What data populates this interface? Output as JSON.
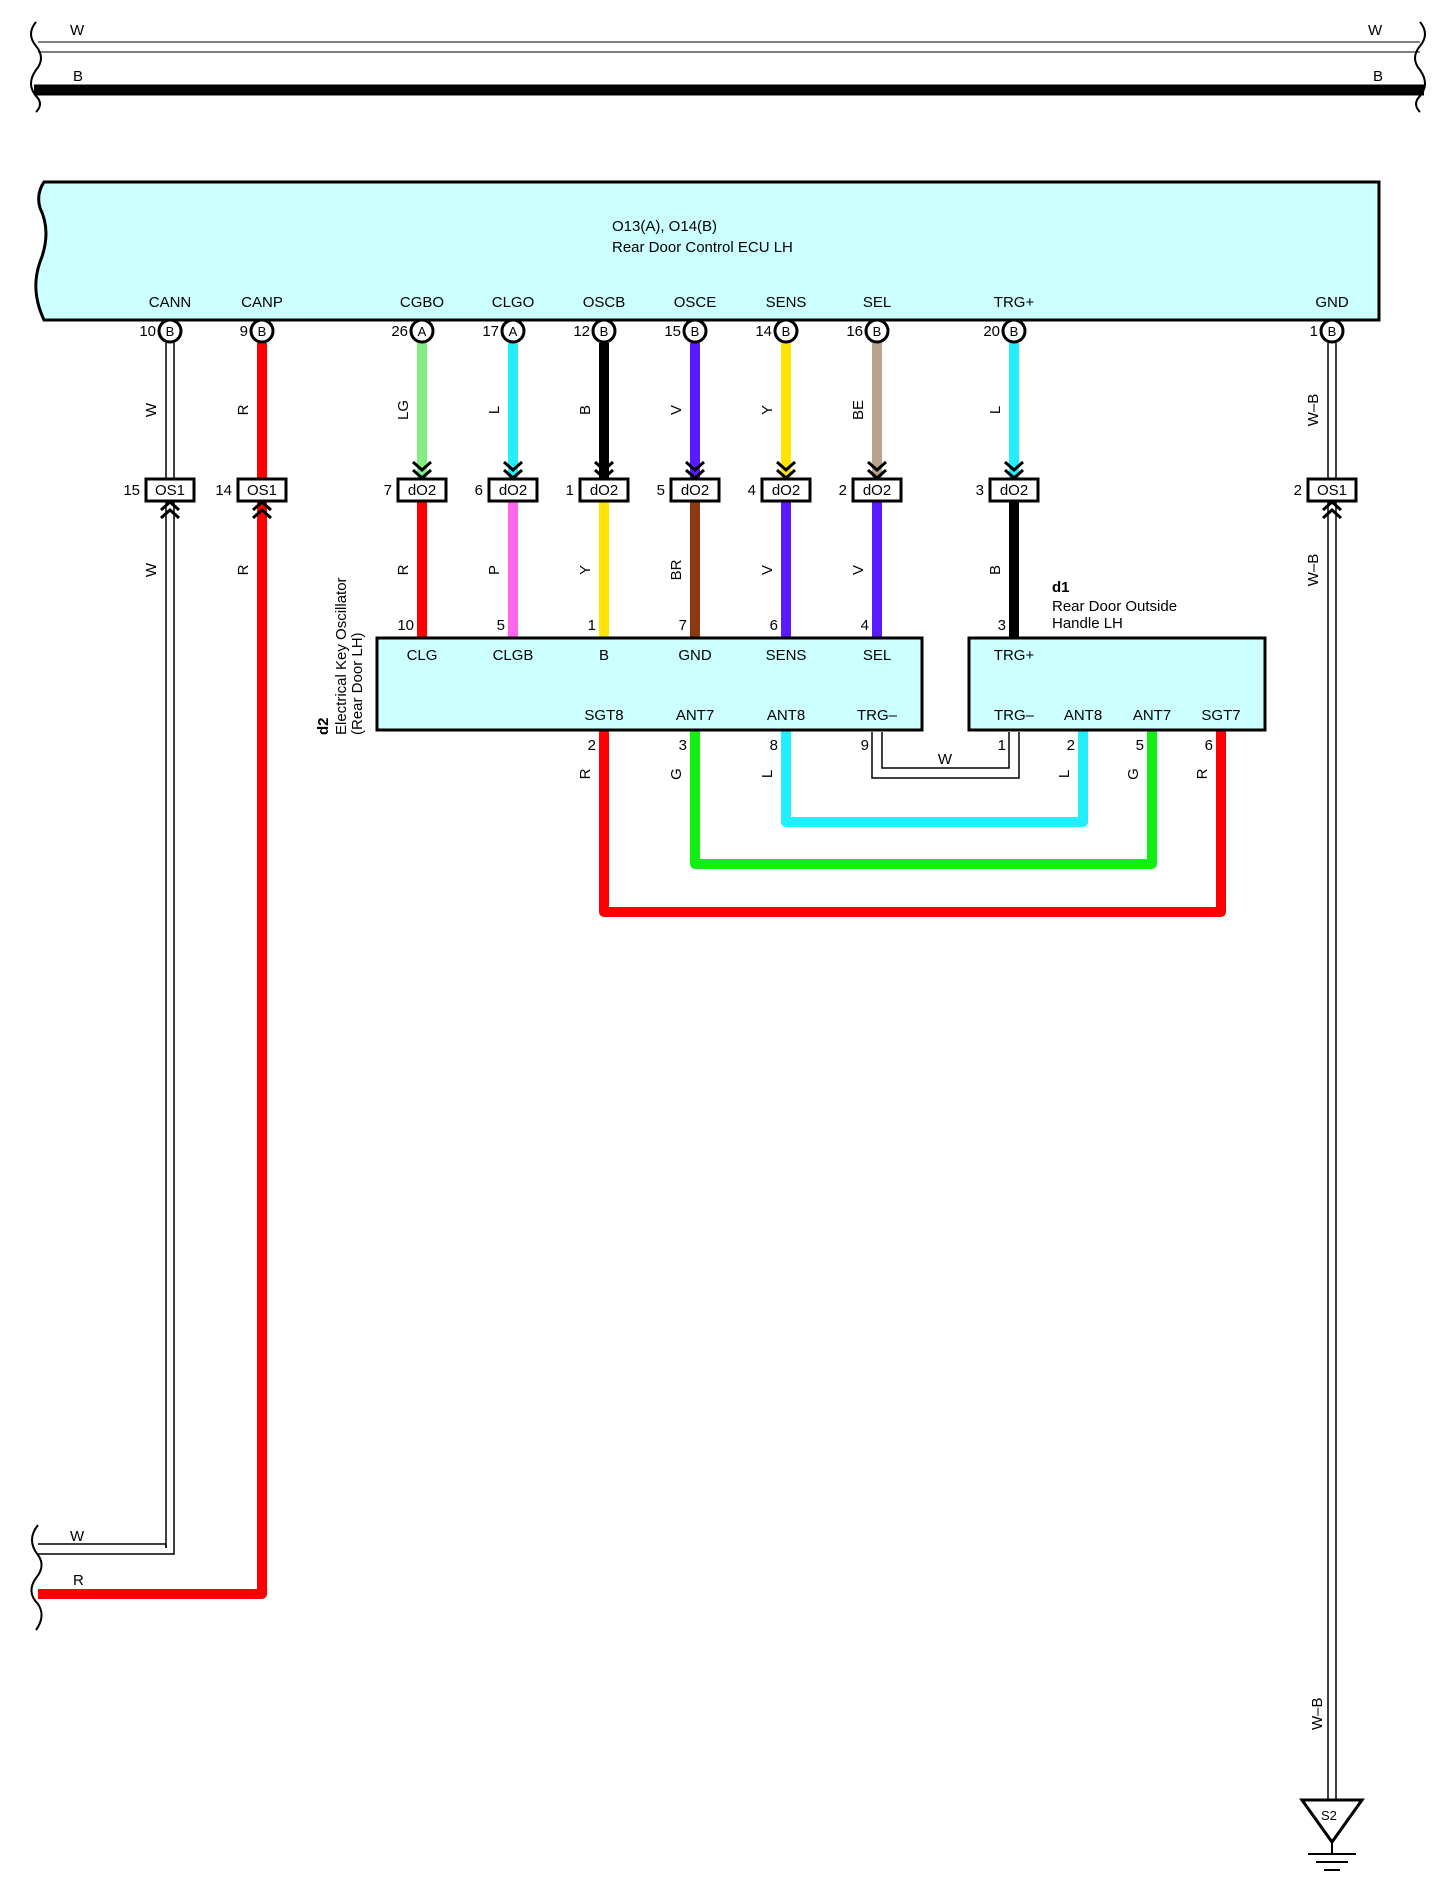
{
  "top_bus": {
    "w_left": "W",
    "w_right": "W",
    "b_left": "B",
    "b_right": "B"
  },
  "ecu": {
    "code": "O13(A), O14(B)",
    "name": "Rear Door Control ECU LH",
    "pins": [
      {
        "name": "CANN",
        "num": "10",
        "conn": "B"
      },
      {
        "name": "CANP",
        "num": "9",
        "conn": "B"
      },
      {
        "name": "CGBO",
        "num": "26",
        "conn": "A"
      },
      {
        "name": "CLGO",
        "num": "17",
        "conn": "A"
      },
      {
        "name": "OSCB",
        "num": "12",
        "conn": "B"
      },
      {
        "name": "OSCE",
        "num": "15",
        "conn": "B"
      },
      {
        "name": "SENS",
        "num": "14",
        "conn": "B"
      },
      {
        "name": "SEL",
        "num": "16",
        "conn": "B"
      },
      {
        "name": "TRG+",
        "num": "20",
        "conn": "B"
      },
      {
        "name": "GND",
        "num": "1",
        "conn": "B"
      }
    ]
  },
  "upper_wires": [
    {
      "label": "W",
      "color": "#ffffff"
    },
    {
      "label": "R",
      "color": "#ff0000"
    },
    {
      "label": "LG",
      "color": "#80ee80"
    },
    {
      "label": "L",
      "color": "#22eeff"
    },
    {
      "label": "B",
      "color": "#000000"
    },
    {
      "label": "V",
      "color": "#5a1aff"
    },
    {
      "label": "Y",
      "color": "#ffe400"
    },
    {
      "label": "BE",
      "color": "#b8a48c"
    },
    {
      "label": "L",
      "color": "#22eeff"
    },
    {
      "label": "W–B",
      "color": "#ffffff"
    }
  ],
  "junctions": [
    {
      "num": "15",
      "name": "OS1"
    },
    {
      "num": "14",
      "name": "OS1"
    },
    {
      "num": "7",
      "name": "dO2"
    },
    {
      "num": "6",
      "name": "dO2"
    },
    {
      "num": "1",
      "name": "dO2"
    },
    {
      "num": "5",
      "name": "dO2"
    },
    {
      "num": "4",
      "name": "dO2"
    },
    {
      "num": "2",
      "name": "dO2"
    },
    {
      "num": "3",
      "name": "dO2"
    },
    {
      "num": "2",
      "name": "OS1"
    }
  ],
  "lower_wires": [
    {
      "label": "W",
      "color": "#ffffff"
    },
    {
      "label": "R",
      "color": "#ff0000"
    },
    {
      "label": "R",
      "color": "#ff0000"
    },
    {
      "label": "P",
      "color": "#ff66ee"
    },
    {
      "label": "Y",
      "color": "#ffe400"
    },
    {
      "label": "BR",
      "color": "#8b3a10"
    },
    {
      "label": "V",
      "color": "#5a1aff"
    },
    {
      "label": "V",
      "color": "#5a1aff"
    },
    {
      "label": "B",
      "color": "#000000"
    },
    {
      "label": "W–B",
      "color": "#ffffff"
    }
  ],
  "oscillator": {
    "code": "d2",
    "name_line1": "Electrical Key Oscillator",
    "name_line2": "(Rear Door LH)",
    "top_pins": [
      {
        "num": "10",
        "name": "CLG"
      },
      {
        "num": "5",
        "name": "CLGB"
      },
      {
        "num": "1",
        "name": "B"
      },
      {
        "num": "7",
        "name": "GND"
      },
      {
        "num": "6",
        "name": "SENS"
      },
      {
        "num": "4",
        "name": "SEL"
      }
    ],
    "bottom_pins": [
      {
        "num": "2",
        "name": "SGT8"
      },
      {
        "num": "3",
        "name": "ANT7"
      },
      {
        "num": "8",
        "name": "ANT8"
      },
      {
        "num": "9",
        "name": "TRG–"
      }
    ]
  },
  "handle": {
    "code": "d1",
    "name_line1": "Rear Door Outside",
    "name_line2": "Handle LH",
    "top_pins": [
      {
        "num": "3",
        "name": "TRG+"
      }
    ],
    "bottom_pins": [
      {
        "num": "1",
        "name": "TRG–"
      },
      {
        "num": "2",
        "name": "ANT8"
      },
      {
        "num": "5",
        "name": "ANT7"
      },
      {
        "num": "6",
        "name": "SGT7"
      }
    ]
  },
  "links": [
    {
      "label_a": "W",
      "color": "#ffffff"
    },
    {
      "label_a": "L",
      "label_b": "L",
      "color": "#22eeff"
    },
    {
      "label_a": "G",
      "label_b": "G",
      "color": "#11ee11"
    },
    {
      "label_a": "R",
      "label_b": "R",
      "color": "#ff0000"
    }
  ],
  "bottom_bus": {
    "w_label": "W",
    "r_label": "R"
  },
  "ground": {
    "label_wire": "W–B",
    "name": "S2"
  }
}
